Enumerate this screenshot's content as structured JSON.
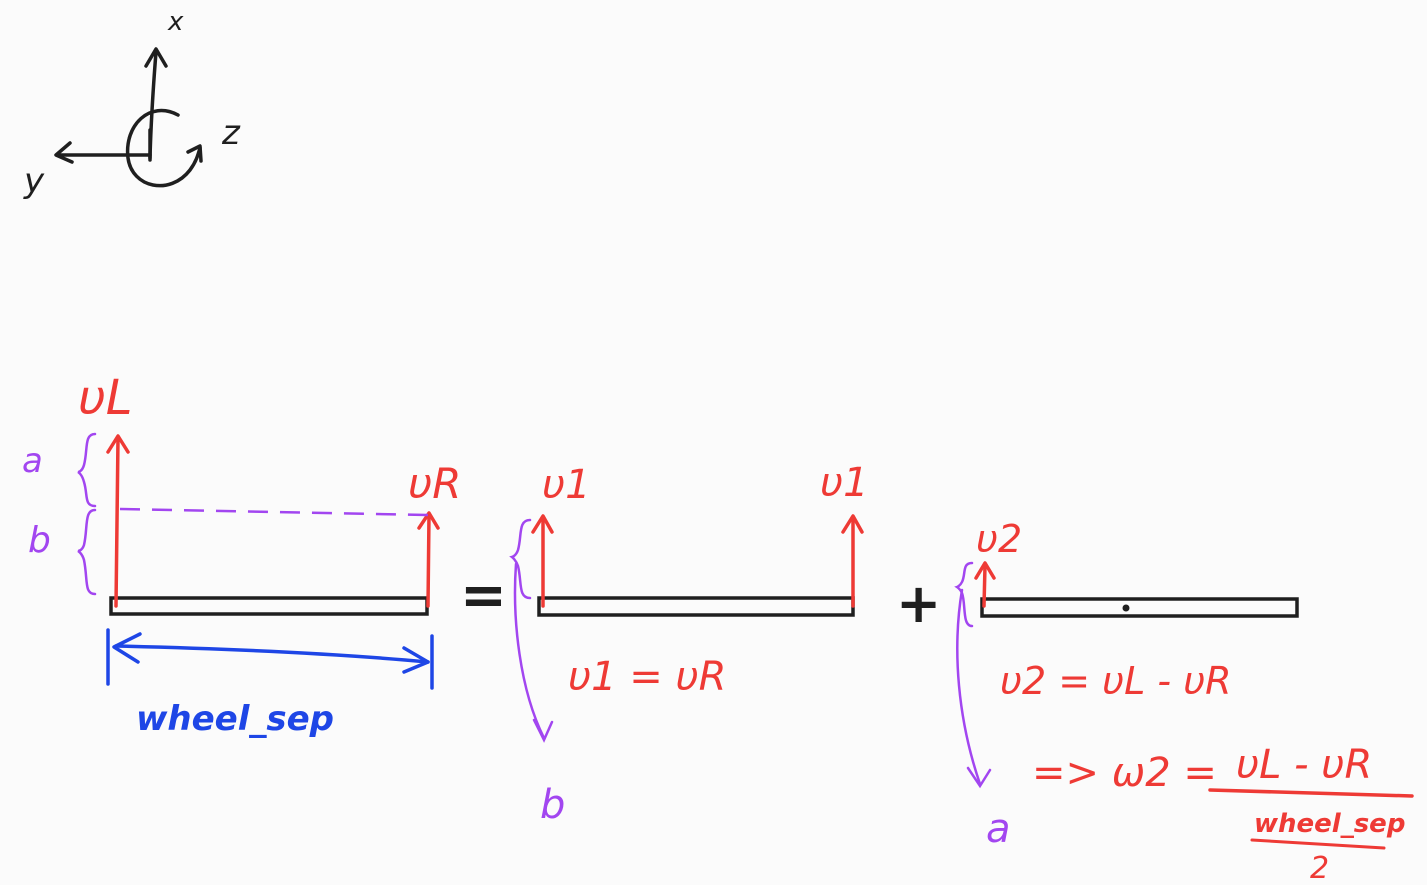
{
  "axes": {
    "x": "x",
    "y": "y",
    "z": "z"
  },
  "labels": {
    "vl": "υL",
    "vr": "υR",
    "v1_left": "υ1",
    "v1_right": "υ1",
    "v2": "υ2",
    "a": "a",
    "b": "b",
    "b_bottom": "b",
    "a_bottom": "a",
    "wheel_sep": "wheel_sep",
    "equals": "=",
    "plus": "+"
  },
  "equations": {
    "v1": "υ1 = υR",
    "v2": "υ2 = υL - υR",
    "omega_prefix": "=> ω2 =",
    "omega_numerator": "υL - υR",
    "omega_denominator_top": "wheel_sep",
    "omega_denominator_bottom": "2"
  },
  "colors": {
    "red": "#ee3a35",
    "blue": "#1e46e6",
    "purple": "#a246f0",
    "black": "#1f1f1f"
  }
}
